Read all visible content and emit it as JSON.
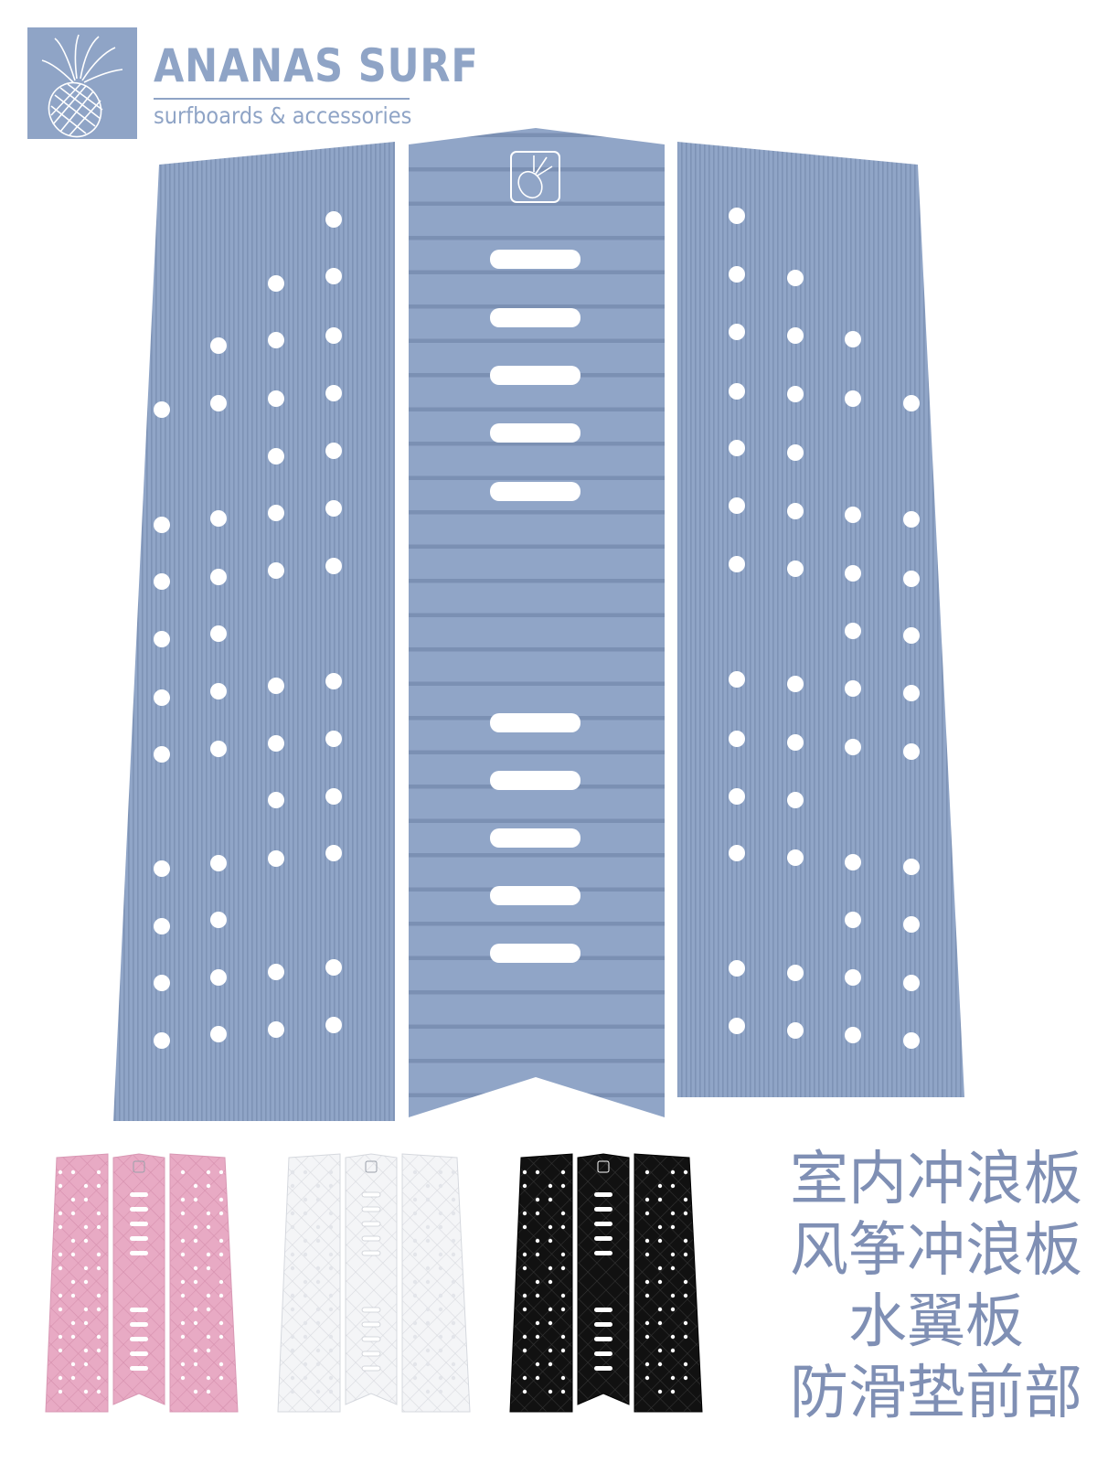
{
  "brand": {
    "name": "ANANAS SURF",
    "tagline": "surfboards & accessories",
    "color": "#8fa4c6",
    "logo_icon": "pineapple-icon"
  },
  "product": {
    "main_color": "#90a5c7",
    "hole_color": "#ffffff",
    "variants": [
      {
        "name": "pink",
        "color": "#e8aac4"
      },
      {
        "name": "white",
        "color": "#f4f5f7"
      },
      {
        "name": "black",
        "color": "#111111"
      }
    ]
  },
  "description": {
    "lines": [
      "室内冲浪板",
      "风筝冲浪板",
      "水翼板",
      "防滑垫前部"
    ],
    "color": "#7f8fb4"
  }
}
